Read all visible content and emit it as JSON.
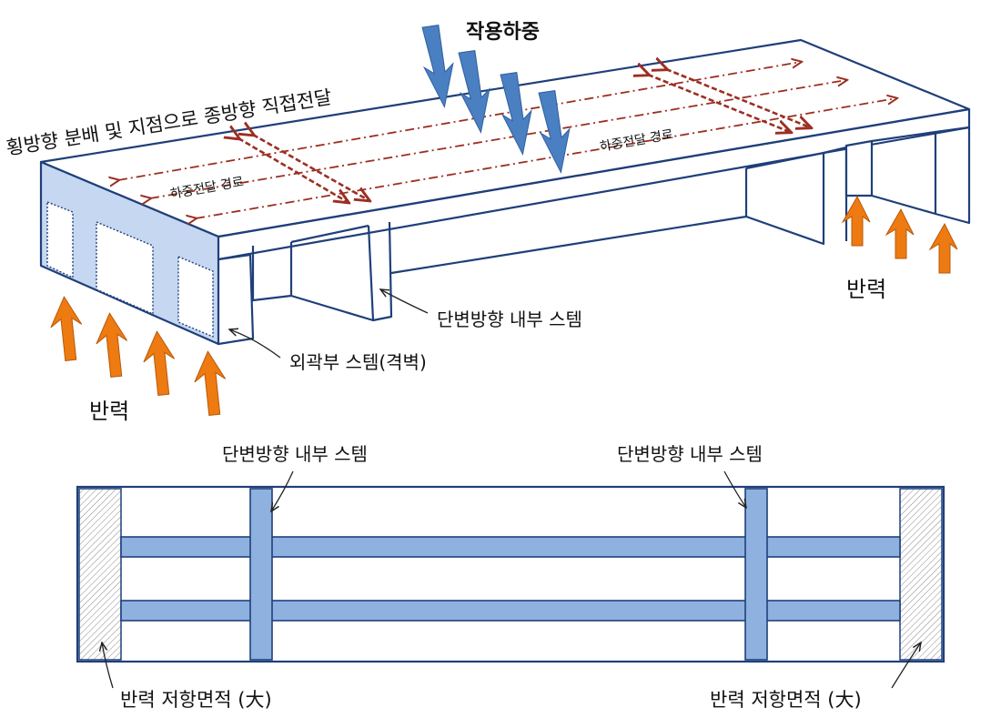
{
  "top_view": {
    "applied_load": "작용하중",
    "transverse_note": "횡방향 분배 및 지점으로 종방향 직접전달",
    "load_path_left": "하중전달 경로",
    "load_path_right": "하중전달 경로",
    "reaction_left": "반력",
    "reaction_right": "반력",
    "inner_stem": "단변방향 내부 스템",
    "outer_stem": "외곽부 스템(격벽)"
  },
  "plan_view": {
    "inner_stem_left": "단변방향 내부 스템",
    "inner_stem_right": "단변방향 내부 스템",
    "reaction_area_left": "반력 저항면적 (大)",
    "reaction_area_right": "반력 저항면적 (大)"
  },
  "colors": {
    "outline": "#1f3f7a",
    "stem_fill": "#8fb1e0",
    "load_arrow": "#4a7fc1",
    "reaction_arrow": "#ee7a12",
    "load_path": "#9b2f22",
    "face_highlight": "#c5d7f1"
  }
}
